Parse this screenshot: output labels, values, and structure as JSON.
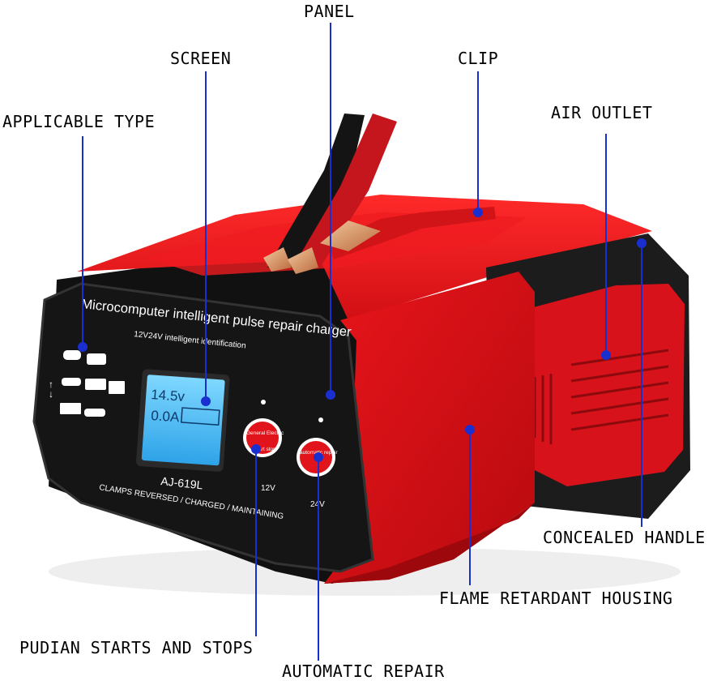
{
  "callouts": {
    "panel": "PANEL",
    "screen": "SCREEN",
    "clip": "CLIP",
    "applicable_type": "APPLICABLE TYPE",
    "air_outlet": "AIR OUTLET",
    "concealed_handle": "CONCEALED HANDLE",
    "flame_retardant_housing": "FLAME RETARDANT HOUSING",
    "pudian_starts_and_stops": "PUDIAN STARTS AND STOPS",
    "automatic_repair": "AUTOMATIC REPAIR"
  },
  "device": {
    "title": "Microcomputer intelligent pulse repair charger",
    "subtitle": "12V24V intelligent identification",
    "model": "AJ-619L",
    "footer": "CLAMPS REVERSED / CHARGED / MAINTAINING",
    "lcd_voltage": "14.5v",
    "lcd_current": "0.0A",
    "button_left": "General Electric",
    "button_left_sub": "start stop",
    "button_right": "automatic repair",
    "label_12v": "12V",
    "label_24v": "24V"
  },
  "colors": {
    "housing_red": "#e0141a",
    "panel_black": "#151515",
    "callout_line": "#1a2fd0",
    "lcd_blue": "#4fc3ff"
  }
}
